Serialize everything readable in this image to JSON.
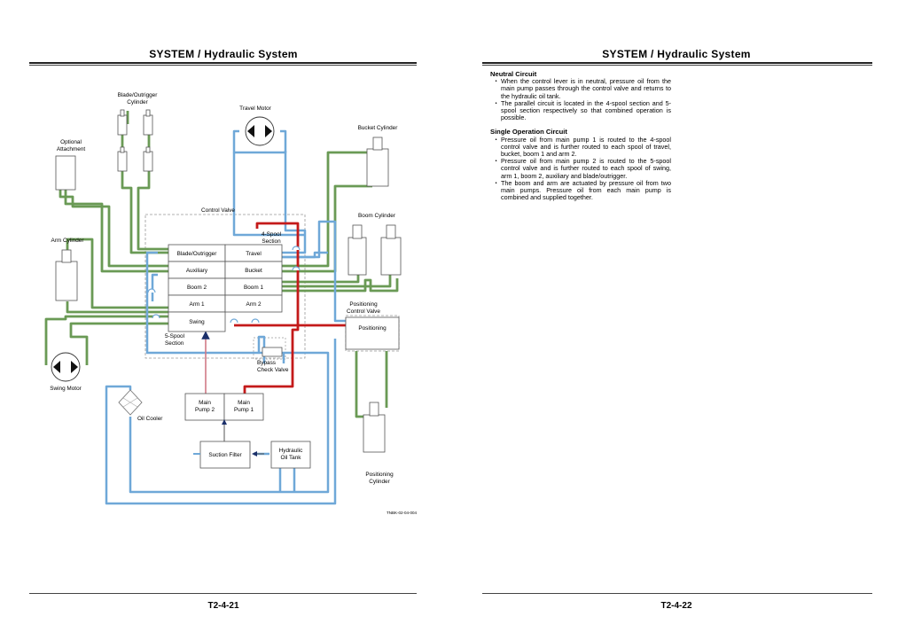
{
  "left_page": {
    "header": "SYSTEM / Hydraulic System",
    "footer": "T2-4-21",
    "figure_id": "TNBK-02-04-004",
    "labels": {
      "blade_cyl_1": "Blade/Outrigger",
      "blade_cyl_2": "Cylinder",
      "travel_motor": "Travel Motor",
      "bucket_cyl": "Bucket Cylinder",
      "opt_att_1": "Optional",
      "opt_att_2": "Attachment",
      "control_valve": "Control Valve",
      "spool4_1": "4-Spool",
      "spool4_2": "Section",
      "boom_cyl": "Boom Cylinder",
      "arm_cyl": "Arm Cylinder",
      "pos_cv_1": "Positioning",
      "pos_cv_2": "Control Valve",
      "positioning": "Positioning",
      "spool5_1": "5-Spool",
      "spool5_2": "Section",
      "bypass_1": "Bypass",
      "bypass_2": "Check Valve",
      "swing_motor": "Swing Motor",
      "oil_cooler": "Oil Cooler",
      "main_pump2_1": "Main",
      "main_pump2_2": "Pump 2",
      "main_pump1_1": "Main",
      "main_pump1_2": "Pump 1",
      "suction_filter": "Suction Filter",
      "tank_1": "Hydraulic",
      "tank_2": "Oil Tank",
      "pos_cyl_1": "Positioning",
      "pos_cyl_2": "Cylinder"
    },
    "spools": {
      "blade_outrigger": "Blade/Outrigger",
      "travel": "Travel",
      "auxiliary": "Auxiliary",
      "bucket": "Bucket",
      "boom2": "Boom 2",
      "boom1": "Boom 1",
      "arm1": "Arm 1",
      "arm2": "Arm 2",
      "swing": "Swing"
    },
    "colors": {
      "pump_line": "#c41a1a",
      "return_line": "#6fa8d8",
      "work_line": "#6a9a55",
      "pilot_line": "#d07a85"
    }
  },
  "right_page": {
    "header": "SYSTEM / Hydraulic System",
    "footer": "T2-4-22",
    "sections": [
      {
        "title": "Neutral Circuit",
        "items": [
          "When the control lever is in neutral, pressure oil from the main pump passes through the control valve and returns to the hydraulic oil tank.",
          "The parallel circuit is located in the 4-spool section and 5-spool section respectively so that combined operation is possible."
        ]
      },
      {
        "title": "Single Operation Circuit",
        "items": [
          "Pressure oil from main pump 1 is routed to the 4-spool control valve and is further routed to each spool of travel, bucket, boom 1 and arm 2.",
          "Pressure oil from main pump 2 is routed to the 5-spool control valve and is further routed to each spool of swing, arm 1, boom 2, auxiliary and blade/outrigger.",
          "The boom and arm are actuated by pressure oil from two main pumps. Pressure oil from each main pump is combined and supplied together."
        ]
      }
    ]
  }
}
